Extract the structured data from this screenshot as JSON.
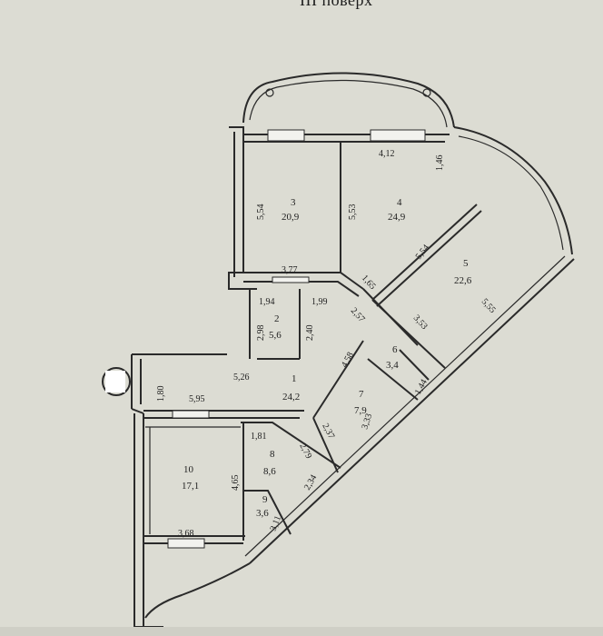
{
  "floor_title": "ІІІ поверх",
  "rooms": [
    {
      "number": "1",
      "area": "24,2"
    },
    {
      "number": "2",
      "area": "5,6"
    },
    {
      "number": "3",
      "area": "20,9"
    },
    {
      "number": "4",
      "area": "24,9"
    },
    {
      "number": "5",
      "area": "22,6"
    },
    {
      "number": "6",
      "area": "3,4"
    },
    {
      "number": "7",
      "area": "7,9"
    },
    {
      "number": "8",
      "area": "8,6"
    },
    {
      "number": "9",
      "area": "3,6"
    },
    {
      "number": "10",
      "area": "17,1"
    }
  ],
  "dimensions": {
    "d412": "4,12",
    "d146": "1,46",
    "d554a": "5,54",
    "d553": "5,53",
    "d554b": "5,54",
    "d377": "3,77",
    "d165": "1,65",
    "d194": "1,94",
    "d199": "1,99",
    "d257": "2,57",
    "d353": "3,53",
    "d555": "5,55",
    "d298": "2,98",
    "d240": "2,40",
    "d458": "4,58",
    "d526": "5,26",
    "d180": "1,80",
    "d595": "5,95",
    "d144": "1,44",
    "d237": "2,37",
    "d333": "3,33",
    "d181": "1,81",
    "d279": "2,79",
    "d465": "4,65",
    "d234": "2,34",
    "d311": "3,11",
    "d368": "3,68"
  }
}
